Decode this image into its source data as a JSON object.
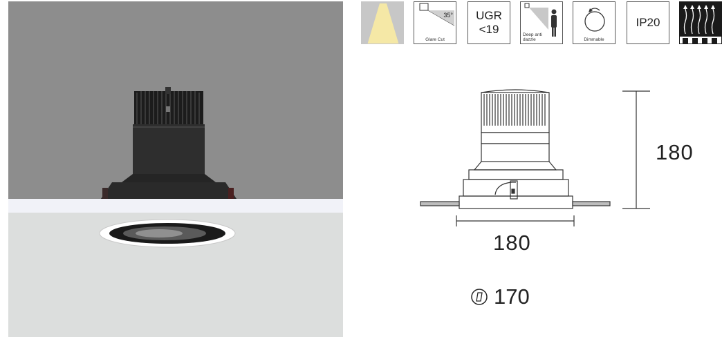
{
  "icons": [
    {
      "name": "beam-angle-icon",
      "caption": ""
    },
    {
      "name": "glare-cut-icon",
      "caption": "Glare Cut",
      "angle": "35°"
    },
    {
      "name": "ugr-icon",
      "line1": "UGR",
      "line2": "<19"
    },
    {
      "name": "deep-anti-dazzle-icon",
      "caption": "Deep anti dazzle",
      "caption_line1": "Deep anti",
      "caption_line2": "dazzle"
    },
    {
      "name": "dimmable-icon",
      "caption": "Dimmable"
    },
    {
      "name": "ip-rating-icon",
      "label": "IP20"
    },
    {
      "name": "heat-dissipation-icon",
      "caption": ""
    }
  ],
  "dimensions": {
    "height": "180",
    "width": "180",
    "cut_out": "170"
  },
  "colors": {
    "photo_gray": "#8d8d8d",
    "photo_wall": "#dcdedd",
    "beam_yellow": "#f5e8a6",
    "housing_dark": "#2a2a2a"
  }
}
